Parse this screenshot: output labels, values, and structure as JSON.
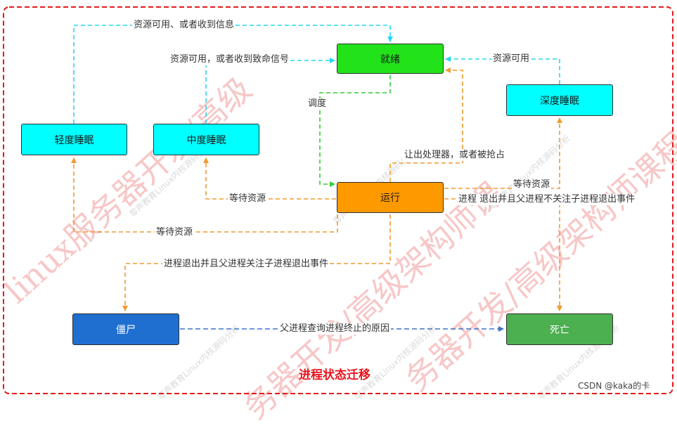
{
  "colors": {
    "frame": "#e31a1a",
    "cyan_line": "#26d7f0",
    "green_line": "#33cc33",
    "orange_line": "#f29a2e",
    "blue_line": "#3a73c8",
    "ready_fill": "#22e31a",
    "sleep_fill": "#00ffff",
    "running_fill": "#ff9900",
    "zombie_fill": "#1f6fd1",
    "dead_fill": "#4caf50"
  },
  "nodes": {
    "ready": "就绪",
    "running": "运行",
    "light_sleep": "轻度睡眠",
    "medium_sleep": "中度睡眠",
    "deep_sleep": "深度睡眠",
    "zombie": "僵尸",
    "dead": "死亡"
  },
  "edges": {
    "light_to_ready": "资源可用、或者收到信息",
    "medium_to_ready": "资源可用，或者收到致命信号",
    "deep_to_ready": "资源可用",
    "ready_to_running": "调度",
    "running_to_ready": "让出处理器，或者被抢占",
    "running_to_deep": "等待资源",
    "running_to_dead": "进程 退出并且父进程不关注子进程退出事件",
    "running_to_medium": "等待资源",
    "running_to_light": "等待资源",
    "running_to_zombie": "进程退出并且父进程关注子进程退出事件",
    "zombie_to_dead": "父进程查询进程终止的原因"
  },
  "title": "进程状态迁移",
  "credit": "CSDN @kaka的卡",
  "watermarks": {
    "big_1": "linux服务器开发/高级",
    "big_2": "务器开发/高级架构师课",
    "big_3": "务器开发/高级架构师课程",
    "small": "零声教育Linux内核源码分析"
  }
}
